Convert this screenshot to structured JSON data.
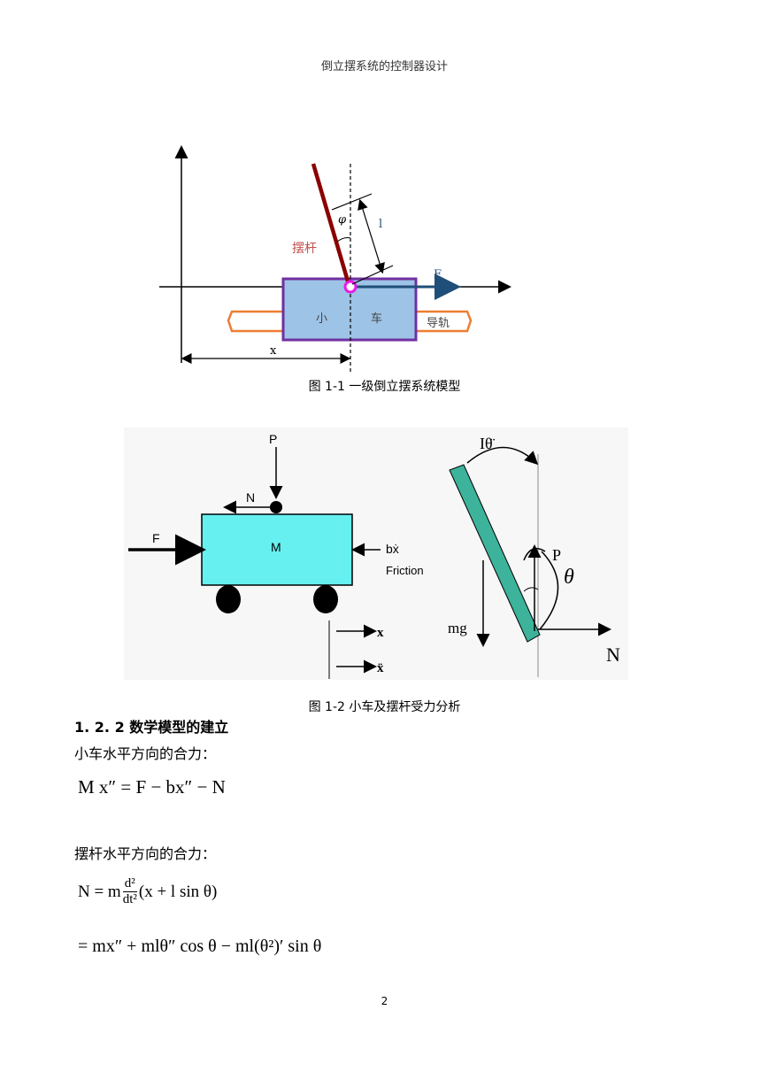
{
  "header": {
    "title": "倒立摆系统的控制器设计"
  },
  "figure1": {
    "caption": "图 1-1  一级倒立摆系统模型",
    "labels": {
      "pendulum": "摆杆",
      "cart_left": "小",
      "cart_right": "车",
      "rail": "导轨",
      "force": "F",
      "length": "l",
      "angle": "φ",
      "position": "x"
    }
  },
  "figure2": {
    "caption": "图 1-2  小车及摆杆受力分析",
    "labels": {
      "P": "P",
      "N": "N",
      "F": "F",
      "M": "M",
      "friction_term": "bẋ",
      "friction": "Friction",
      "x": "x",
      "xdd": "ẍ",
      "inertia": "Iθ̈",
      "P2": "P",
      "theta": "θ",
      "mg": "mg",
      "N2": "N"
    }
  },
  "section": {
    "title": "1. 2. 2 数学模型的建立"
  },
  "text": {
    "cart_force": "小车水平方向的合力：",
    "pendulum_force": "摆杆水平方向的合力："
  },
  "equations": {
    "eq1": "M x″ = F − bx″ − N",
    "eq2_lhs": "N = m",
    "eq2_num": "d²",
    "eq2_den": "dt²",
    "eq2_rhs": "(x + l sin θ)",
    "eq3": "= mx″ + mlθ″ cos θ − ml(θ²)′ sin θ"
  },
  "page": {
    "number": "2"
  }
}
